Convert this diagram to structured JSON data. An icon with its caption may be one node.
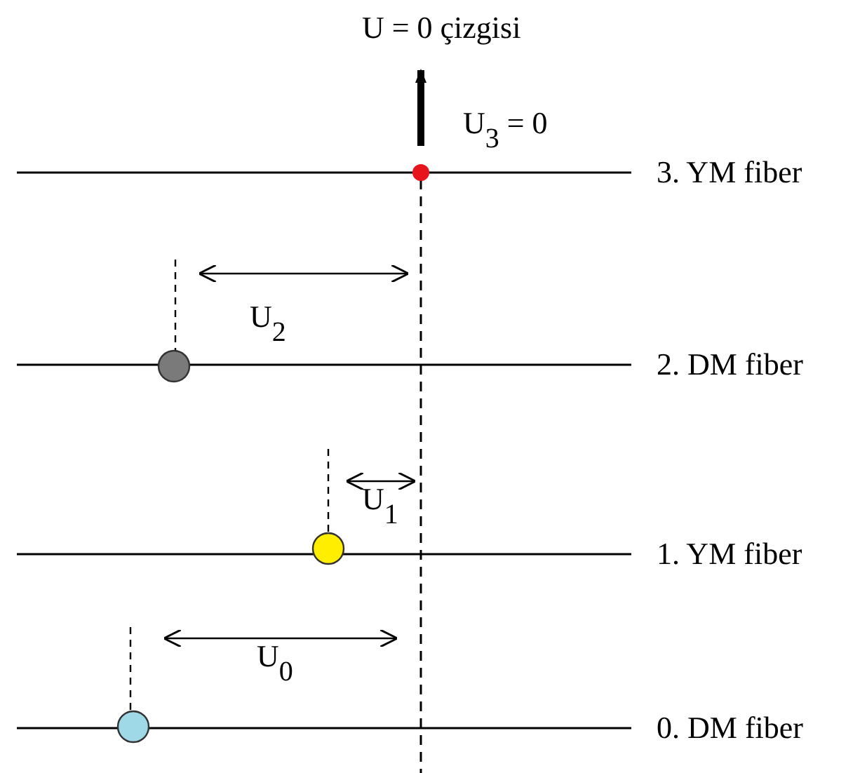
{
  "diagram": {
    "labels": [
      "U = 0 çizgisi",
      "U$_{3}$ = 0",
      "3. YM fiber",
      "U$_{2}$",
      "2. DM fiber",
      "U$_{1}$",
      "1. YM fiber",
      "U$_{0}$",
      "0. DM fiber"
    ]
  }
}
